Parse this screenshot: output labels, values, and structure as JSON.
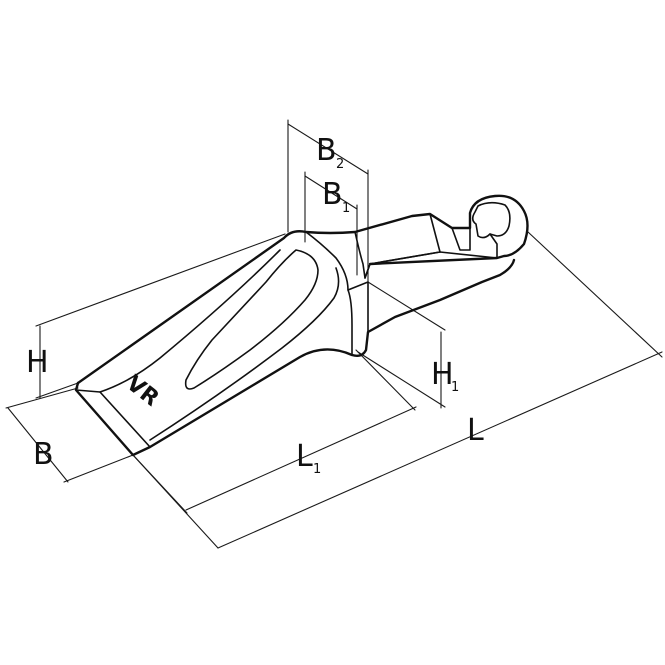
{
  "labels": {
    "b2": {
      "main": "B",
      "sub": "2"
    },
    "b1": {
      "main": "B",
      "sub": "1"
    },
    "h": {
      "main": "H"
    },
    "h1": {
      "main": "H",
      "sub": "1"
    },
    "b": {
      "main": "B"
    },
    "l1": {
      "main": "L",
      "sub": "1"
    },
    "l": {
      "main": "L"
    }
  },
  "logo": {
    "text": "VR"
  },
  "colors": {
    "ink": "#111111",
    "background": "#ffffff"
  }
}
